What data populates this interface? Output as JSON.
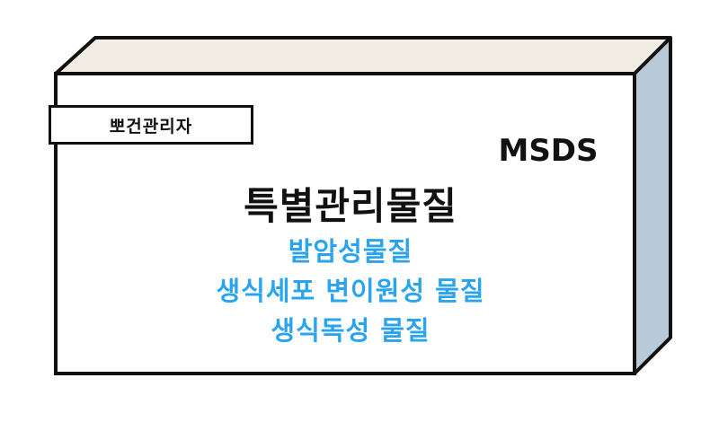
{
  "tag_label": "뽀건관리자",
  "msds_label": "MSDS",
  "title": "특별관리물질",
  "substances": [
    "발암성물질",
    "생식세포 변이원성 물질",
    "생식독성 물질"
  ],
  "colors": {
    "front_face": "#ffffff",
    "top_face": "#f2ede4",
    "side_face": "#b8cad8",
    "outline": "#111111",
    "substance_text": "#2aa4ef"
  }
}
